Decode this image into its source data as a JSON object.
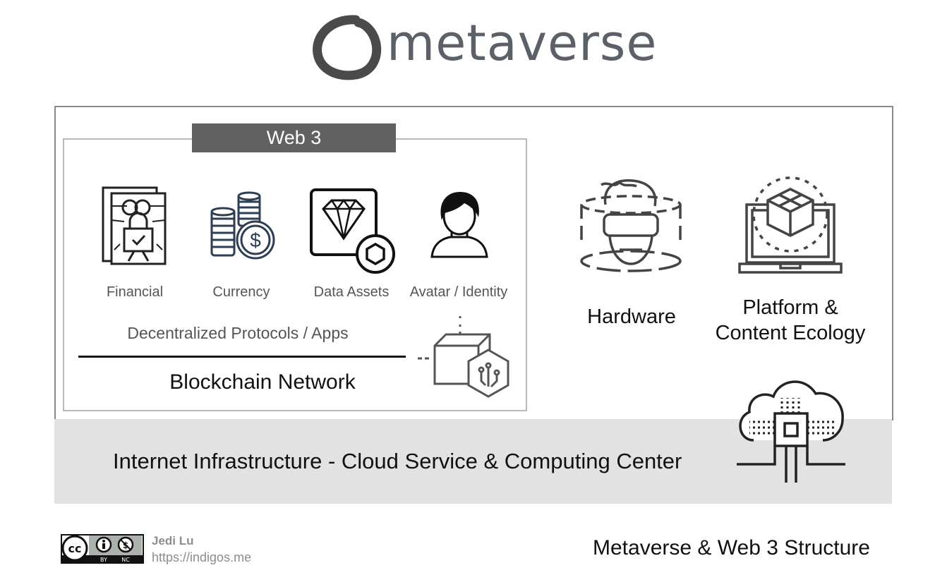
{
  "header": {
    "logo_text": "metaverse"
  },
  "web3": {
    "title": "Web 3",
    "items": [
      {
        "label": "Financial",
        "icon": "contract-lock-icon"
      },
      {
        "label": "Currency",
        "icon": "coin-stacks-icon"
      },
      {
        "label": "Data Assets",
        "icon": "diamond-token-icon"
      },
      {
        "label": "Avatar / Identity",
        "icon": "person-avatar-icon"
      }
    ],
    "protocols_label": "Decentralized Protocols / Apps",
    "chain_label": "Blockchain Network",
    "chain_icon": "blockchain-cube-icon"
  },
  "right": {
    "hardware_label": "Hardware",
    "hardware_icon": "vr-headset-icon",
    "platform_label_line1": "Platform &",
    "platform_label_line2": "Content Ecology",
    "platform_icon": "laptop-cube-icon"
  },
  "infrastructure": {
    "label": "Internet Infrastructure - Cloud Service & Computing Center",
    "icon": "cloud-chip-icon"
  },
  "footer": {
    "license_badge": {
      "cc": "cc",
      "by": "BY",
      "nc": "NC"
    },
    "author": "Jedi Lu",
    "site": "https://indigos.me",
    "title": "Metaverse & Web 3 Structure"
  }
}
